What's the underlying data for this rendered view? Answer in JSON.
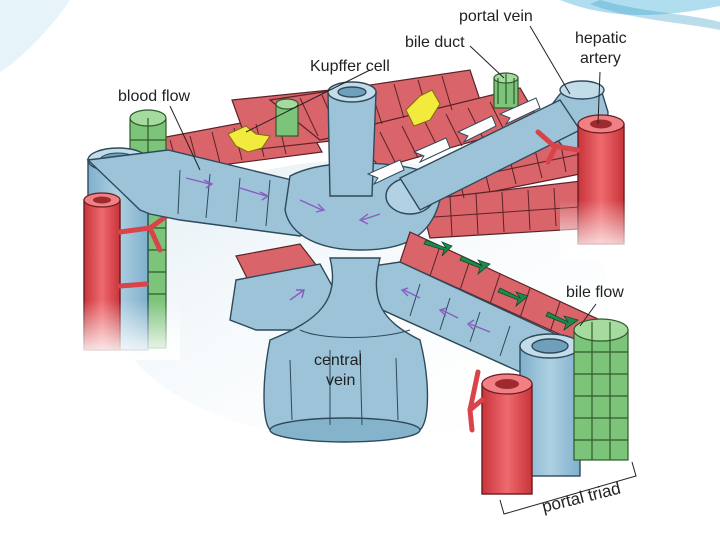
{
  "labels": {
    "portal_vein": "portal vein",
    "bile_duct": "bile duct",
    "hepatic_artery_line1": "hepatic",
    "hepatic_artery_line2": "artery",
    "kupffer_cell": "Kupffer cell",
    "blood_flow": "blood flow",
    "bile_flow": "bile flow",
    "central_vein_line1": "central",
    "central_vein_line2": "vein",
    "portal_triad": "portal triad"
  },
  "colors": {
    "vein_blue": "#9cc3d8",
    "vein_outline": "#2e4a5c",
    "hepatocyte_red": "#d9646a",
    "artery_red": "#e64b50",
    "bile_green": "#7cc47a",
    "kupffer_yellow": "#f2ea3c",
    "blood_flow_arrow": "#8a5cc0",
    "bile_flow_arrow": "#1e8a4c",
    "slide_accent": "#3a9fc8"
  }
}
